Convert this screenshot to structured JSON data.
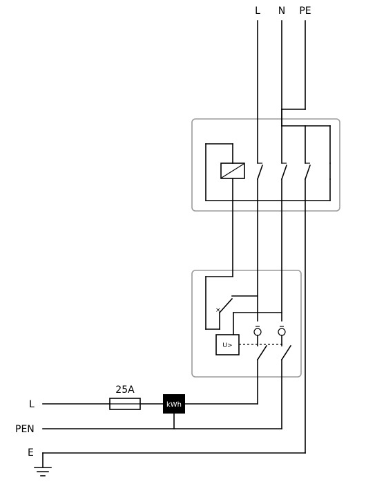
{
  "terminals_top": {
    "l": "L",
    "n": "N",
    "pe": "PE"
  },
  "supply_side": {
    "l": "L",
    "pen": "PEN",
    "e": "E"
  },
  "fuse": {
    "rating": "25A"
  },
  "meter": {
    "label": "kWh"
  },
  "relay": {
    "label": "U>"
  }
}
